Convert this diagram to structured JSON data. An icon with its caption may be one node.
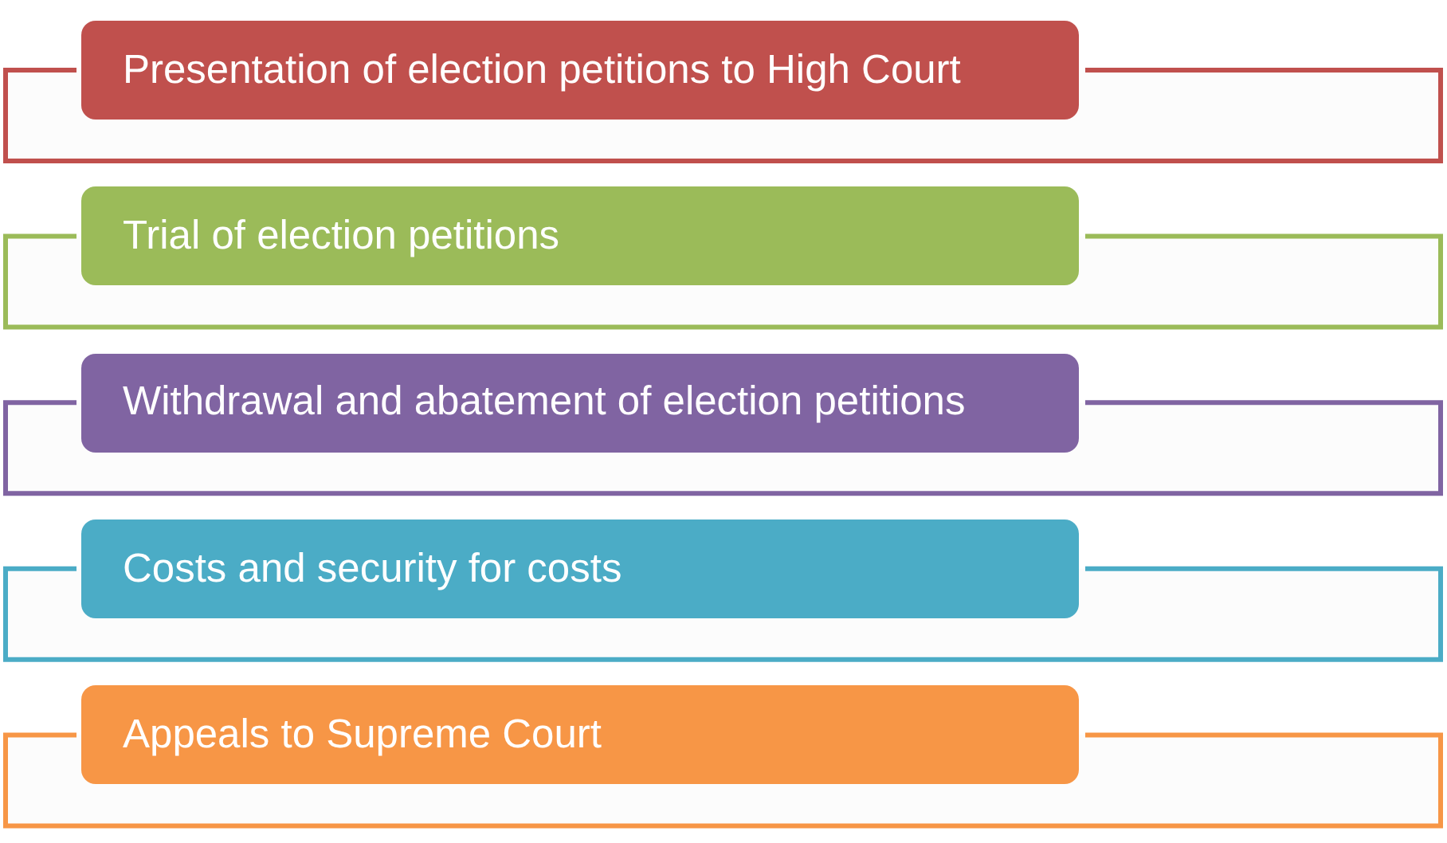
{
  "diagram": {
    "nodes": [
      {
        "text": [
          "Presentation of election petitions to High Court"
        ]
      },
      {
        "text": [
          "Trial of election petitions"
        ]
      },
      {
        "text": [
          "Withdrawal and abatement of election petitions"
        ]
      },
      {
        "text": [
          "Costs and security for costs"
        ]
      },
      {
        "text": [
          "Appeals to Supreme Court"
        ]
      }
    ]
  }
}
